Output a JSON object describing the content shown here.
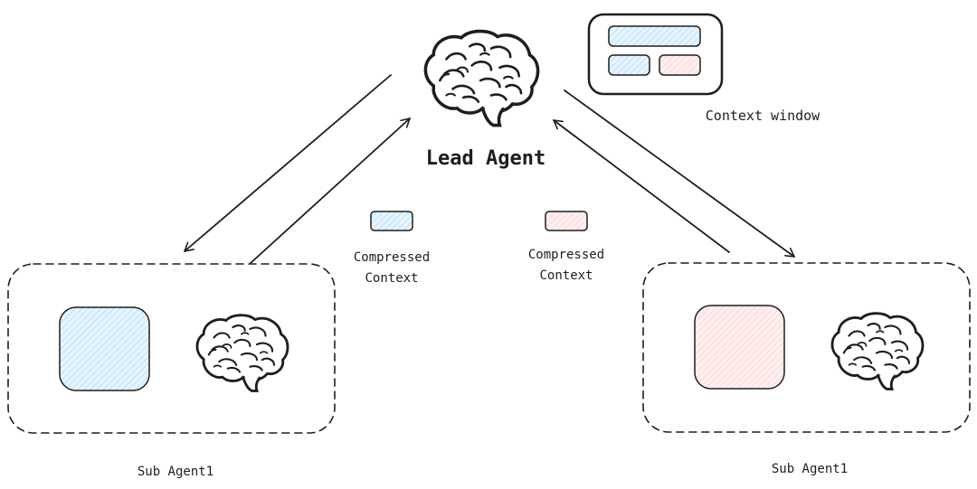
{
  "lead_agent": {
    "label": "Lead Agent"
  },
  "context_window": {
    "label": "Context window"
  },
  "compressed_left": {
    "label_line1": "Compressed",
    "label_line2": "Context"
  },
  "compressed_right": {
    "label_line1": "Compressed",
    "label_line2": "Context"
  },
  "sub_agent_left": {
    "label": "Sub Agent1"
  },
  "sub_agent_right": {
    "label": "Sub Agent1"
  },
  "colors": {
    "stroke": "#1e1e1e",
    "blue_fill": "#a5d8ff",
    "red_fill": "#ffc9c9"
  },
  "icons": [
    "brain-icon"
  ]
}
